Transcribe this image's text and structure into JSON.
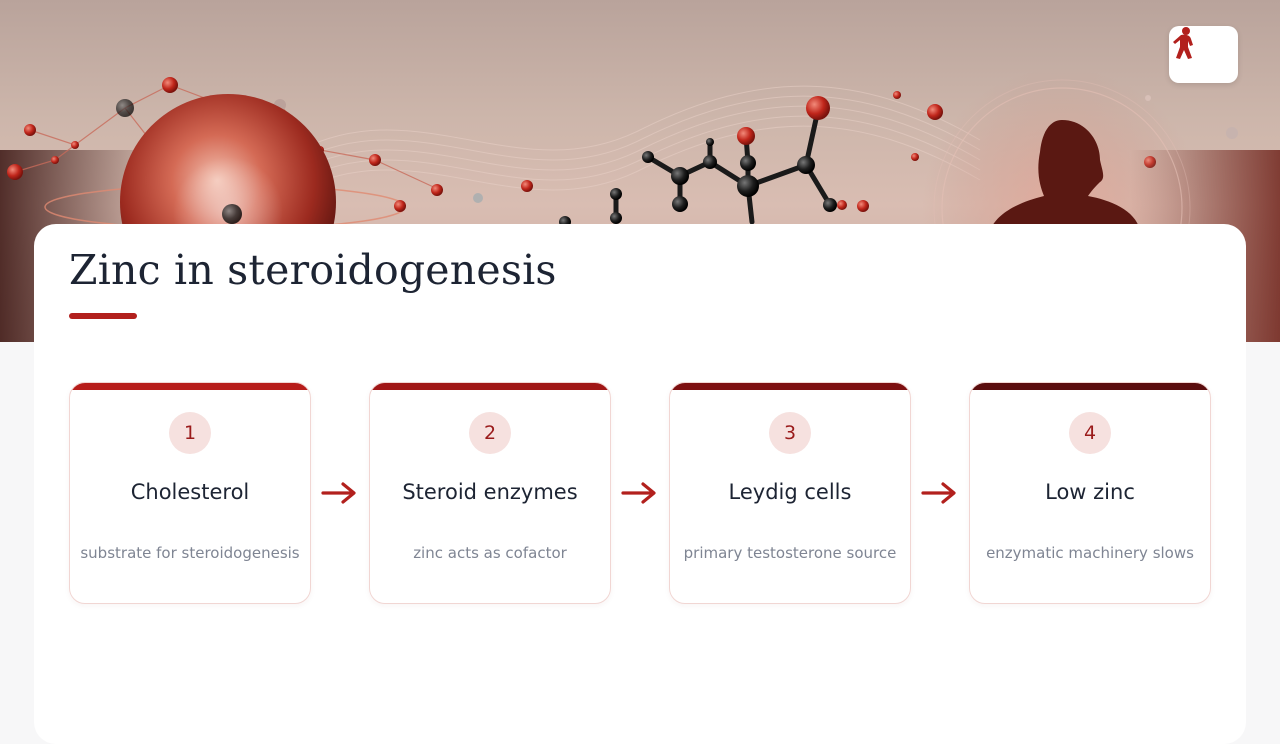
{
  "title": "Zinc in steroidogenesis",
  "logo": {
    "icon": "bigfoot-icon",
    "color": "#b2201d"
  },
  "accent_color": "#b2201d",
  "steps": [
    {
      "number": "1",
      "label": "Cholesterol",
      "description": "substrate for steroidogenesis",
      "bar_color": "#b71c1a"
    },
    {
      "number": "2",
      "label": "Steroid enzymes",
      "description": "zinc acts as cofactor",
      "bar_color": "#a01616"
    },
    {
      "number": "3",
      "label": "Leydig cells",
      "description": "primary testosterone source",
      "bar_color": "#7d0f10"
    },
    {
      "number": "4",
      "label": "Low zinc",
      "description": "enzymatic machinery slows",
      "bar_color": "#5a0c0d"
    }
  ],
  "connector_icon": "arrow-right-icon"
}
